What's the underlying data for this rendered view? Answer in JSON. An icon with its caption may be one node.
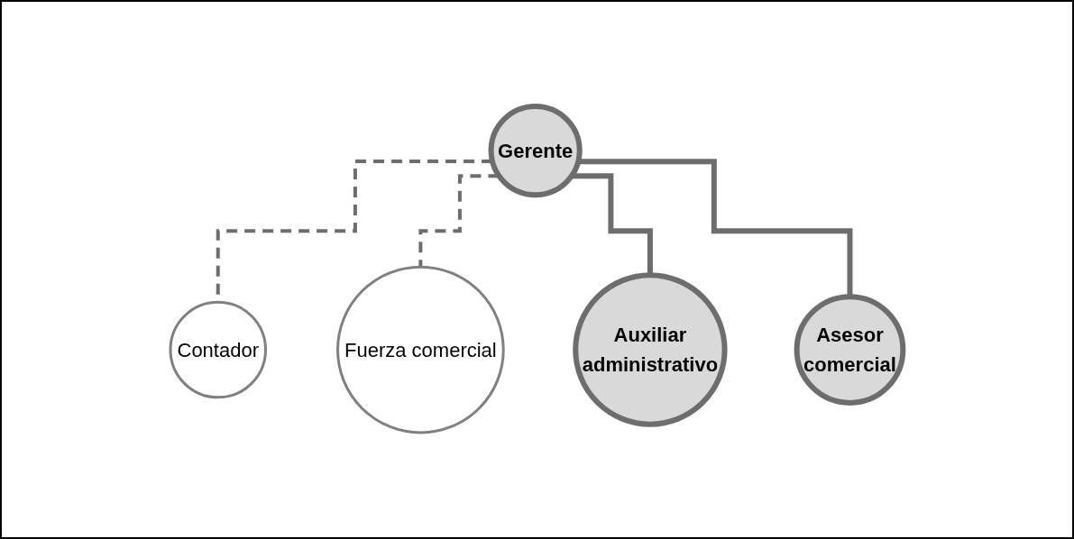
{
  "diagram": {
    "nodes": [
      {
        "text": [
          "Gerente"
        ]
      },
      {
        "text": [
          "Contador"
        ]
      },
      {
        "text": [
          "Fuerza comercial"
        ]
      },
      {
        "text": [
          "Auxiliar",
          "administrativo"
        ]
      },
      {
        "text": [
          "Asesor",
          "comercial"
        ]
      }
    ],
    "edges": [
      {
        "from": 0,
        "to": 1,
        "arrow": "none",
        "style": "dashed"
      },
      {
        "from": 0,
        "to": 2,
        "arrow": "none",
        "style": "dashed"
      },
      {
        "from": 0,
        "to": 3,
        "arrow": "none"
      },
      {
        "from": 0,
        "to": 4,
        "arrow": "none"
      }
    ]
  }
}
